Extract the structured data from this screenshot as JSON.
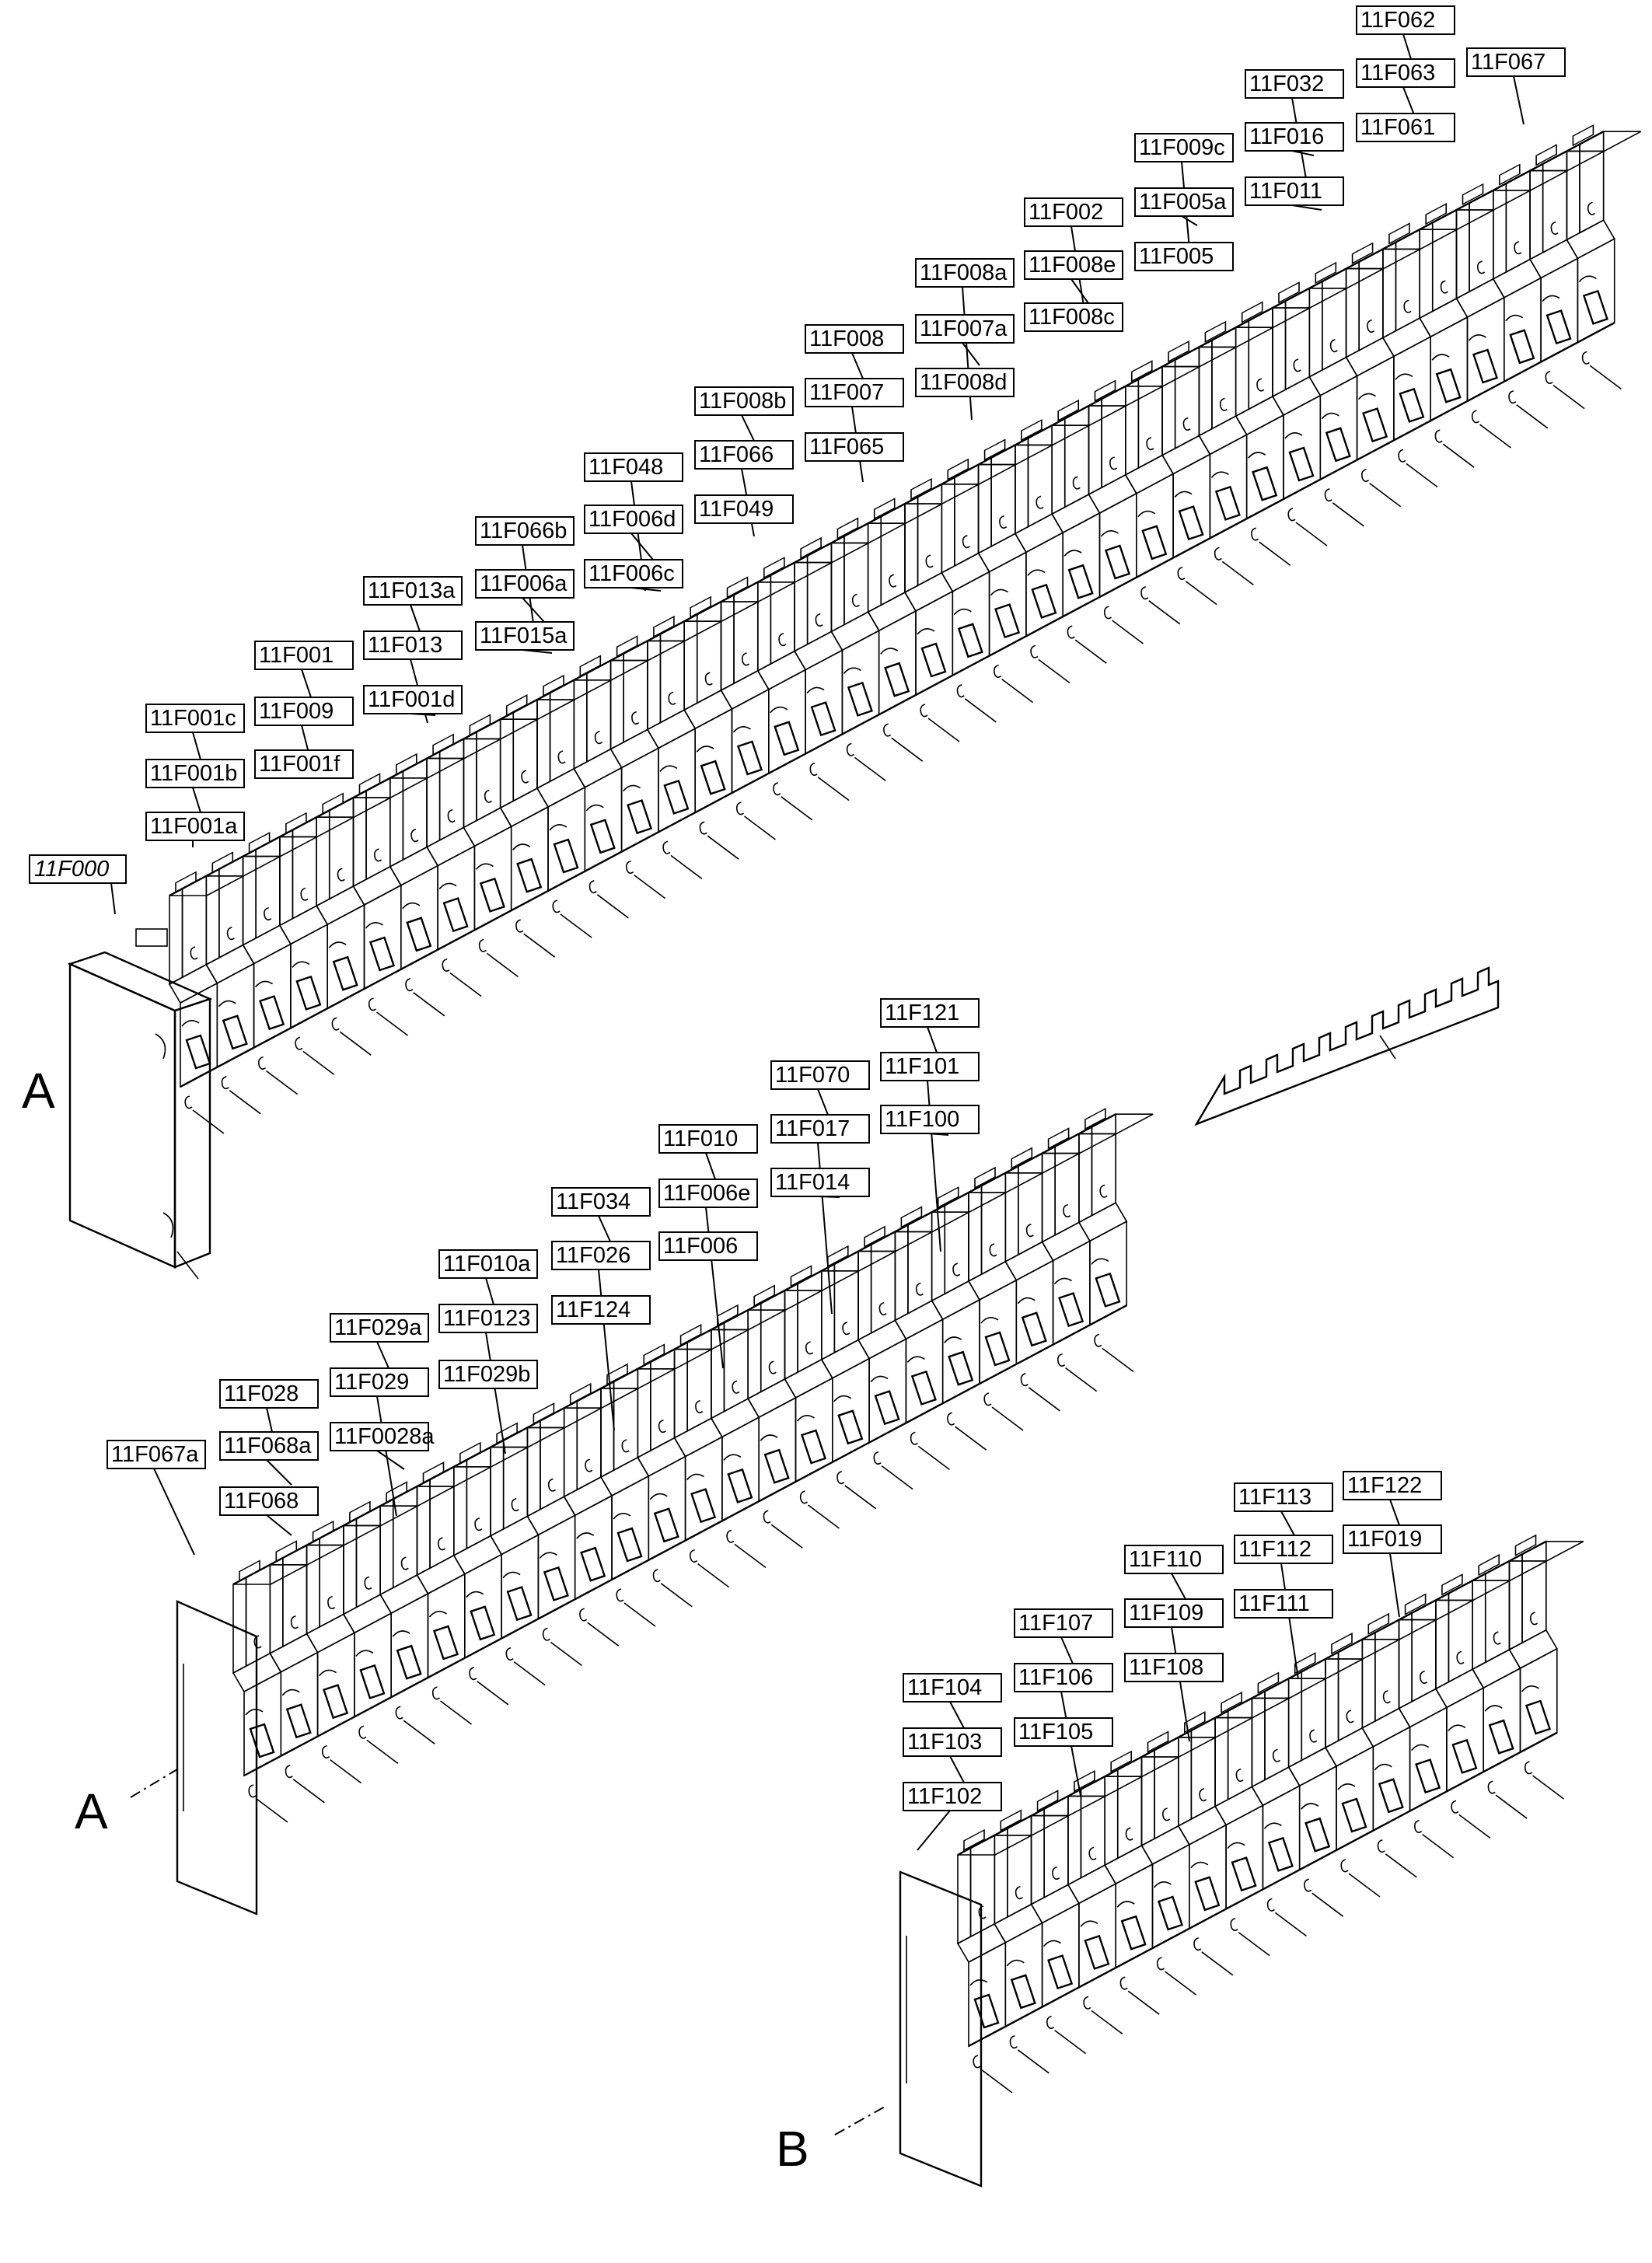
{
  "colors": {
    "line": "#000000",
    "face_shade": "#d6d6d6",
    "background": "#ffffff"
  },
  "rows": [
    {
      "id": "row-top",
      "section_letter": "A",
      "end_cap_label": "11F000",
      "slot_count": 39,
      "labels": [
        "11F001a",
        "11F001b",
        "11F001c",
        "11F009",
        "11F001f",
        "11F001",
        "11F013",
        "11F001d",
        "11F013a",
        "11F066b",
        "11F006a",
        "11F015a",
        "11F048",
        "11F006d",
        "11F006c",
        "11F066",
        "11F049",
        "11F008b",
        "11F007",
        "11F065",
        "11F008",
        "11F008a",
        "11F007a",
        "11F008d",
        "11F002",
        "11F008e",
        "11F008c",
        "11F009c",
        "11F005a",
        "11F005",
        "11F032",
        "11F016",
        "11F011",
        "11F063",
        "11F061",
        "11F062",
        "11F067"
      ]
    },
    {
      "id": "row-middle",
      "section_letter": "A",
      "slot_count": 24,
      "labels": [
        "11F067a",
        "11F068",
        "11F068a",
        "11F028",
        "11F029",
        "11F0028a",
        "11F029a",
        "11F0123",
        "11F029b",
        "11F010a",
        "11F026",
        "11F124",
        "11F034",
        "11F006e",
        "11F006",
        "11F010",
        "11F017",
        "11F014",
        "11F070",
        "11F101",
        "11F100",
        "11F121"
      ]
    },
    {
      "id": "row-bottom",
      "section_letter": "B",
      "slot_count": 16,
      "labels": [
        "11F102",
        "11F103",
        "11F104",
        "11F106",
        "11F105",
        "11F107",
        "11F109",
        "11F108",
        "11F110",
        "11F112",
        "11F111",
        "11F113",
        "11F019",
        "11F122"
      ]
    }
  ],
  "accessory": {
    "name": "busbar-comb"
  }
}
